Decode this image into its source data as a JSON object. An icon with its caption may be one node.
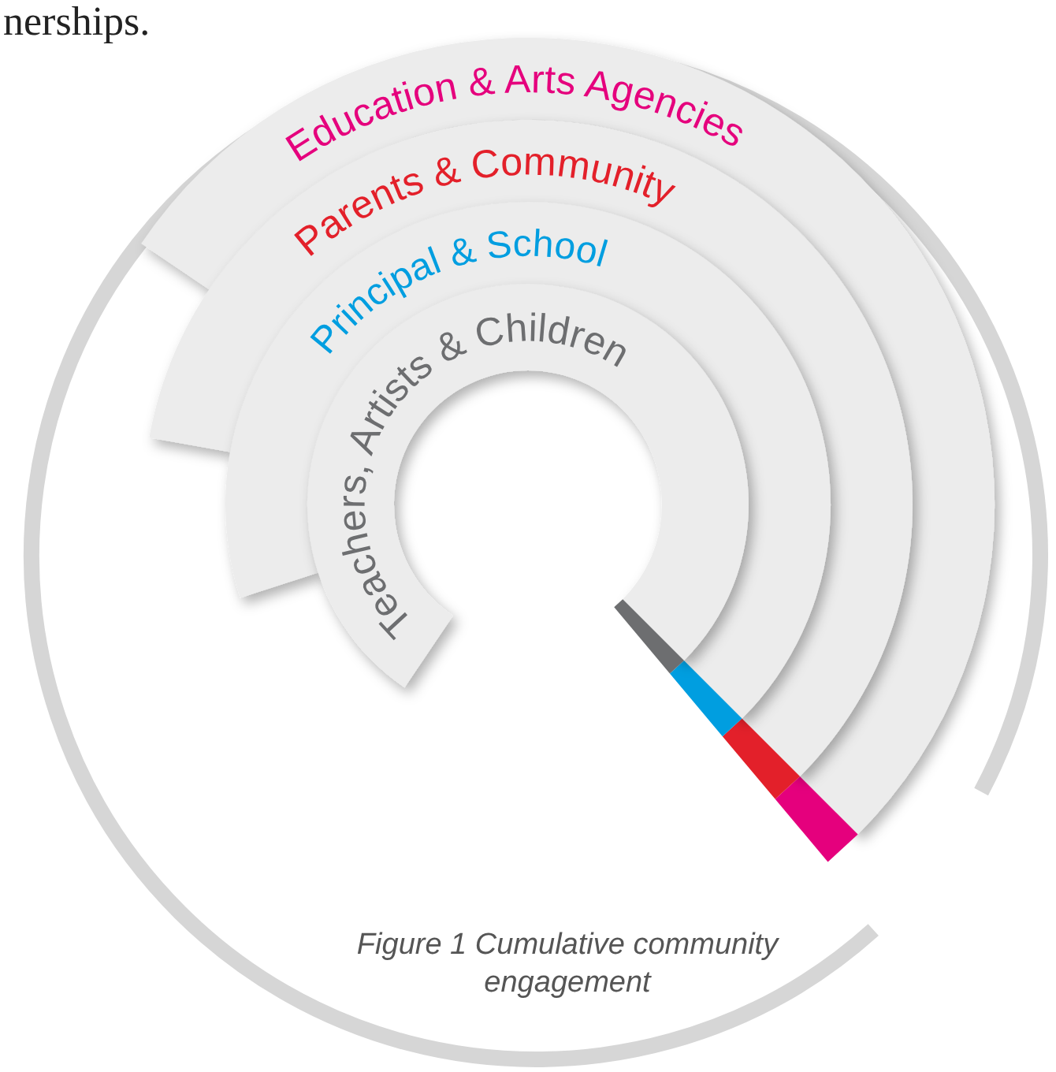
{
  "diagram": {
    "caption": "Figure 1 Cumulative community engagement",
    "nodes": [
      {
        "text": [
          "Teachers, Artists & Children"
        ]
      },
      {
        "text": [
          "Principal & School"
        ]
      },
      {
        "text": [
          "Parents & Community"
        ]
      },
      {
        "text": [
          "Education & Arts Agencies"
        ]
      }
    ],
    "labels": [
      "nerships."
    ]
  }
}
